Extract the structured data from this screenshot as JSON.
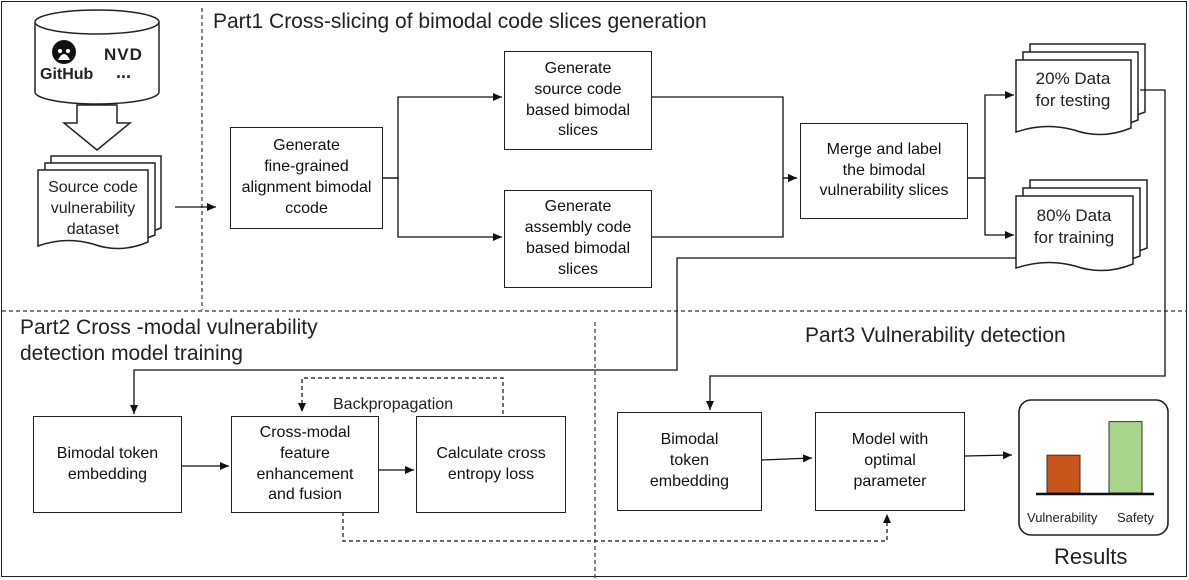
{
  "parts": {
    "part1_title": "Part1 Cross-slicing of bimodal code slices generation",
    "part2_title": "Part2 Cross -modal vulnerability\ndetection model training",
    "part3_title": "Part3 Vulnerability detection"
  },
  "sources": {
    "github": "GitHub",
    "nvd": "NVD",
    "more": "..."
  },
  "dataset": "Source code\nvulnerability\ndataset",
  "generate_alignment": "Generate\nfine-grained\nalignment  bimodal\nccode",
  "generate_source": "Generate\nsource code\nbased bimodal\nslices",
  "generate_assembly": "Generate\nassembly code\nbased bimodal\nslices",
  "merge_label": "Merge and label\nthe bimodal\nvulnerability slices",
  "test_data": "20% Data\nfor testing",
  "train_data": "80% Data\nfor training",
  "training": {
    "token_embedding": "Bimodal token\nembedding",
    "fusion": "Cross-modal\nfeature\nenhancement\nand fusion",
    "loss": "Calculate cross\nentropy loss",
    "backprop": "Backpropagation"
  },
  "detection": {
    "token_embedding": "Bimodal\ntoken\nembedding",
    "model": "Model with\noptimal\nparameter"
  },
  "results": {
    "title": "Results",
    "chart_data": {
      "type": "bar",
      "categories": [
        "Vulnerability",
        "Safety"
      ],
      "values": [
        0.45,
        0.85
      ]
    }
  },
  "colors": {
    "vulnerability_bar": "#c8561c",
    "safety_bar": "#a8d48c"
  }
}
